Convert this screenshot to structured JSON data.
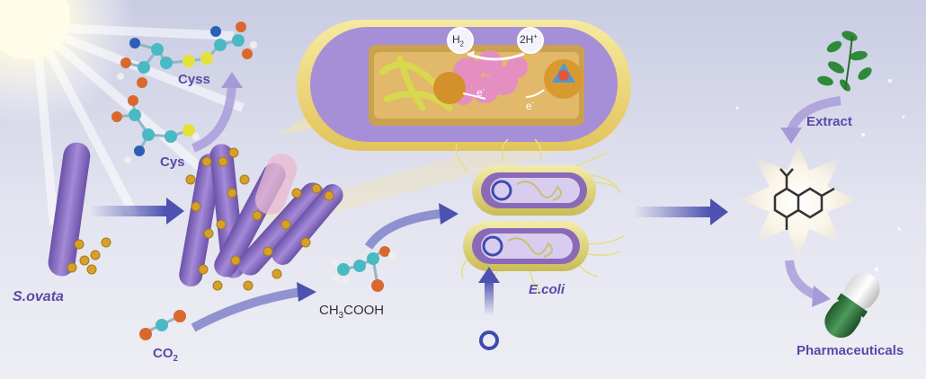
{
  "labels": {
    "cyss": "Cyss",
    "cys": "Cys",
    "s_ovata": "S.ovata",
    "co2_base": "CO",
    "co2_sub": "2",
    "acetate_a": "CH",
    "acetate_sub": "3",
    "acetate_b": "COOH",
    "e_coli": "E.coli",
    "extract": "Extract",
    "pharmaceuticals": "Pharmaceuticals",
    "h2_base": "H",
    "h2_sub": "2",
    "two_h_base": "2H",
    "two_h_sup": "+",
    "e1": "e",
    "e1_sup": "-",
    "e2": "e",
    "e2_sup": "-"
  },
  "colors": {
    "bacterium_purple": "#8e73c4",
    "ecoli_yellow": "#e9e082",
    "arrow_blue": "#5b5fb5",
    "label_purple": "#5a4aa6",
    "nanoparticle_gold": "#d6a02c",
    "carbon_teal": "#49b9c4",
    "oxygen_orange": "#d9682c",
    "sulfur_yellow": "#e4e13a",
    "nitrogen_blue": "#2c5fb8",
    "capsule_green": "#2f7a3e"
  }
}
